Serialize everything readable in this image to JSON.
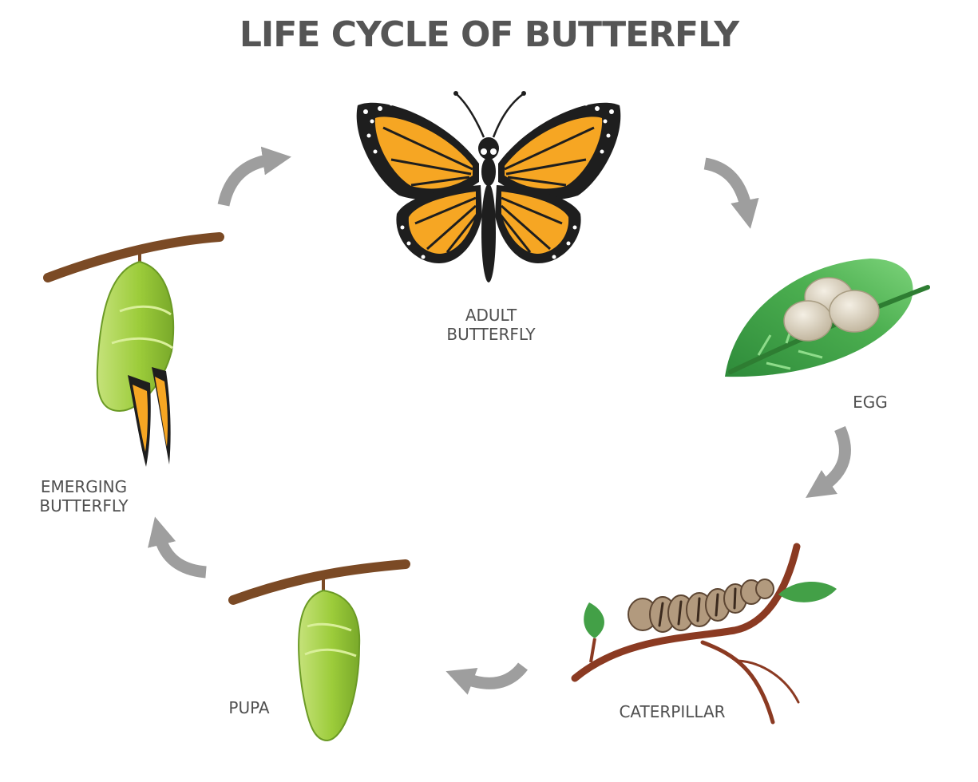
{
  "title": "LIFE CYCLE OF BUTTERFLY",
  "stages": [
    {
      "id": "adult",
      "lines": [
        "ADULT",
        "BUTTERFLY"
      ]
    },
    {
      "id": "egg",
      "lines": [
        "EGG"
      ]
    },
    {
      "id": "caterpillar",
      "lines": [
        "CATERPILLAR"
      ]
    },
    {
      "id": "pupa",
      "lines": [
        "PUPA"
      ]
    },
    {
      "id": "emerging",
      "lines": [
        "EMERGING",
        "BUTTERFLY"
      ]
    }
  ],
  "colors": {
    "title": "#555555",
    "label": "#505050",
    "arrow": "#9e9e9e",
    "wing_orange": "#f6a623",
    "wing_black": "#1e1e1e",
    "leaf_green": "#4caf50",
    "chrysalis_green": "#9ccc3a",
    "branch_brown": "#7b4a25"
  }
}
